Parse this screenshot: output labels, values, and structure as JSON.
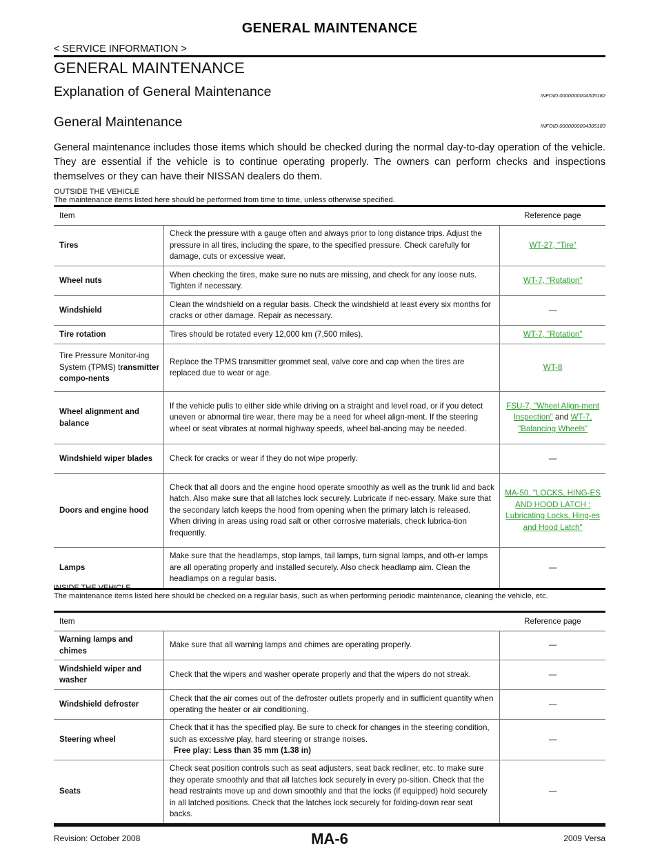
{
  "header": {
    "title": "GENERAL MAINTENANCE",
    "section": "< SERVICE INFORMATION >"
  },
  "page_title": "GENERAL MAINTENANCE",
  "sections": [
    {
      "title": "Explanation of General Maintenance",
      "infoid": "INFOID:0000000004305182"
    },
    {
      "title": "General Maintenance",
      "infoid": "INFOID:0000000004305183"
    }
  ],
  "intro": "General maintenance includes those items which should be checked during the normal day-to-day operation of the vehicle. They are essential if the vehicle is to continue operating properly. The owners can perform checks and inspections themselves or they can have their NISSAN dealers do them.",
  "outside": {
    "heading": "OUTSIDE THE VEHICLE",
    "text": "The maintenance items listed here should be performed from time to time, unless otherwise specified.",
    "col_item": "Item",
    "col_ref": "Reference page",
    "rows": [
      {
        "item": "Tires",
        "desc": "Check the pressure with a gauge often and always prior to long distance trips. Adjust the pressure in all tires, including the spare,  to the specified pressure. Check carefully for damage, cuts or excessive wear.",
        "ref": "WT-27, \"Tire\""
      },
      {
        "item": "Wheel nuts",
        "desc": "When checking the tires, make sure no nuts are missing, and check for any loose nuts. Tighten if necessary.",
        "ref": "WT-7, \"Rotation\""
      },
      {
        "item": "Windshield",
        "desc": "Clean the windshield on a regular basis. Check the windshield at least every six months for cracks or other damage. Repair as necessary.",
        "ref": "—"
      },
      {
        "item": "Tire rotation",
        "desc": "Tires should be rotated every 12,000 km (7,500 miles).",
        "ref": "WT-7, \"Rotation\""
      },
      {
        "item_normal": "Tire Pressure Monitor-ing System (TPMS) t",
        "item": "ransmitter compo-nents",
        "desc": "Replace the TPMS transmitter grommet seal, valve core and cap when the tires are replaced due to wear or age.",
        "ref": "WT-8"
      },
      {
        "item": "Wheel alignment and balance",
        "desc": "If the vehicle pulls to either side while driving on a straight and level road, or if you detect uneven or abnormal tire wear, there may be a need for wheel align-ment. If the steering wheel or seat vibrates at normal highway speeds, wheel bal-ancing may be needed.",
        "ref": "FSU-7, \"Wheel Align-ment Inspection\"",
        "ref_and": " and ",
        "ref2": "WT-7, \"Balancing Wheels\""
      },
      {
        "item": "Windshield wiper blades",
        "desc": "Check for cracks or wear if they do not wipe properly.",
        "ref": "—"
      },
      {
        "item": "Doors and engine hood",
        "desc": "Check that all doors and the engine hood operate smoothly as well as the trunk lid and back hatch. Also make sure that all latches lock securely. Lubricate if nec-essary. Make sure that the secondary latch keeps the hood from opening when the primary latch is released.",
        "desc2": "When driving in areas using road salt or other corrosive materials, check lubrica-tion frequently.",
        "ref": "MA-50, \"LOCKS, HING-ES AND HOOD LATCH : Lubricating Locks, Hing-es and Hood Latch\""
      },
      {
        "item": "Lamps",
        "desc": "Make sure that the headlamps, stop lamps, tail lamps, turn signal lamps, and oth-er lamps are all operating properly and installed securely. Also check headlamp aim. Clean the headlamps on a regular basis.",
        "ref": "—"
      }
    ]
  },
  "inside": {
    "heading": "INSIDE THE VEHICLE",
    "text": "The maintenance items listed here should be checked on a regular basis, such as when performing periodic maintenance, cleaning the vehicle, etc.",
    "col_item": "Item",
    "col_ref": "Reference page",
    "rows": [
      {
        "item": "Warning lamps and chimes",
        "desc": "Make sure that all warning lamps and chimes are operating properly.",
        "ref": "—"
      },
      {
        "item": "Windshield wiper and washer",
        "desc": "Check that the wipers and washer operate properly and that the wipers do not streak.",
        "ref": "—"
      },
      {
        "item": "Windshield defroster",
        "desc": "Check that the air comes out of the defroster outlets properly and in sufficient quantity when operating the heater or air conditioning.",
        "ref": "—"
      },
      {
        "item": "Steering wheel",
        "desc": "Check that it has the specified play. Be sure to check for changes in the steering condition, such as excessive play, hard steering or strange noises.",
        "desc_bold": "Free play: Less than 35 mm (1.38 in)",
        "ref": "—"
      },
      {
        "item": "Seats",
        "desc": "Check seat position controls such as seat adjusters, seat back recliner, etc. to make sure they operate smoothly and that all latches lock securely in every po-sition. Check that the head restraints move up and down smoothly and that the locks (if equipped) hold securely in all latched positions. Check that the latches lock securely for folding-down rear seat backs.",
        "ref": "—"
      }
    ]
  },
  "footer": {
    "revision": "Revision: October 2008",
    "page": "MA-6",
    "model": "2009 Versa"
  }
}
